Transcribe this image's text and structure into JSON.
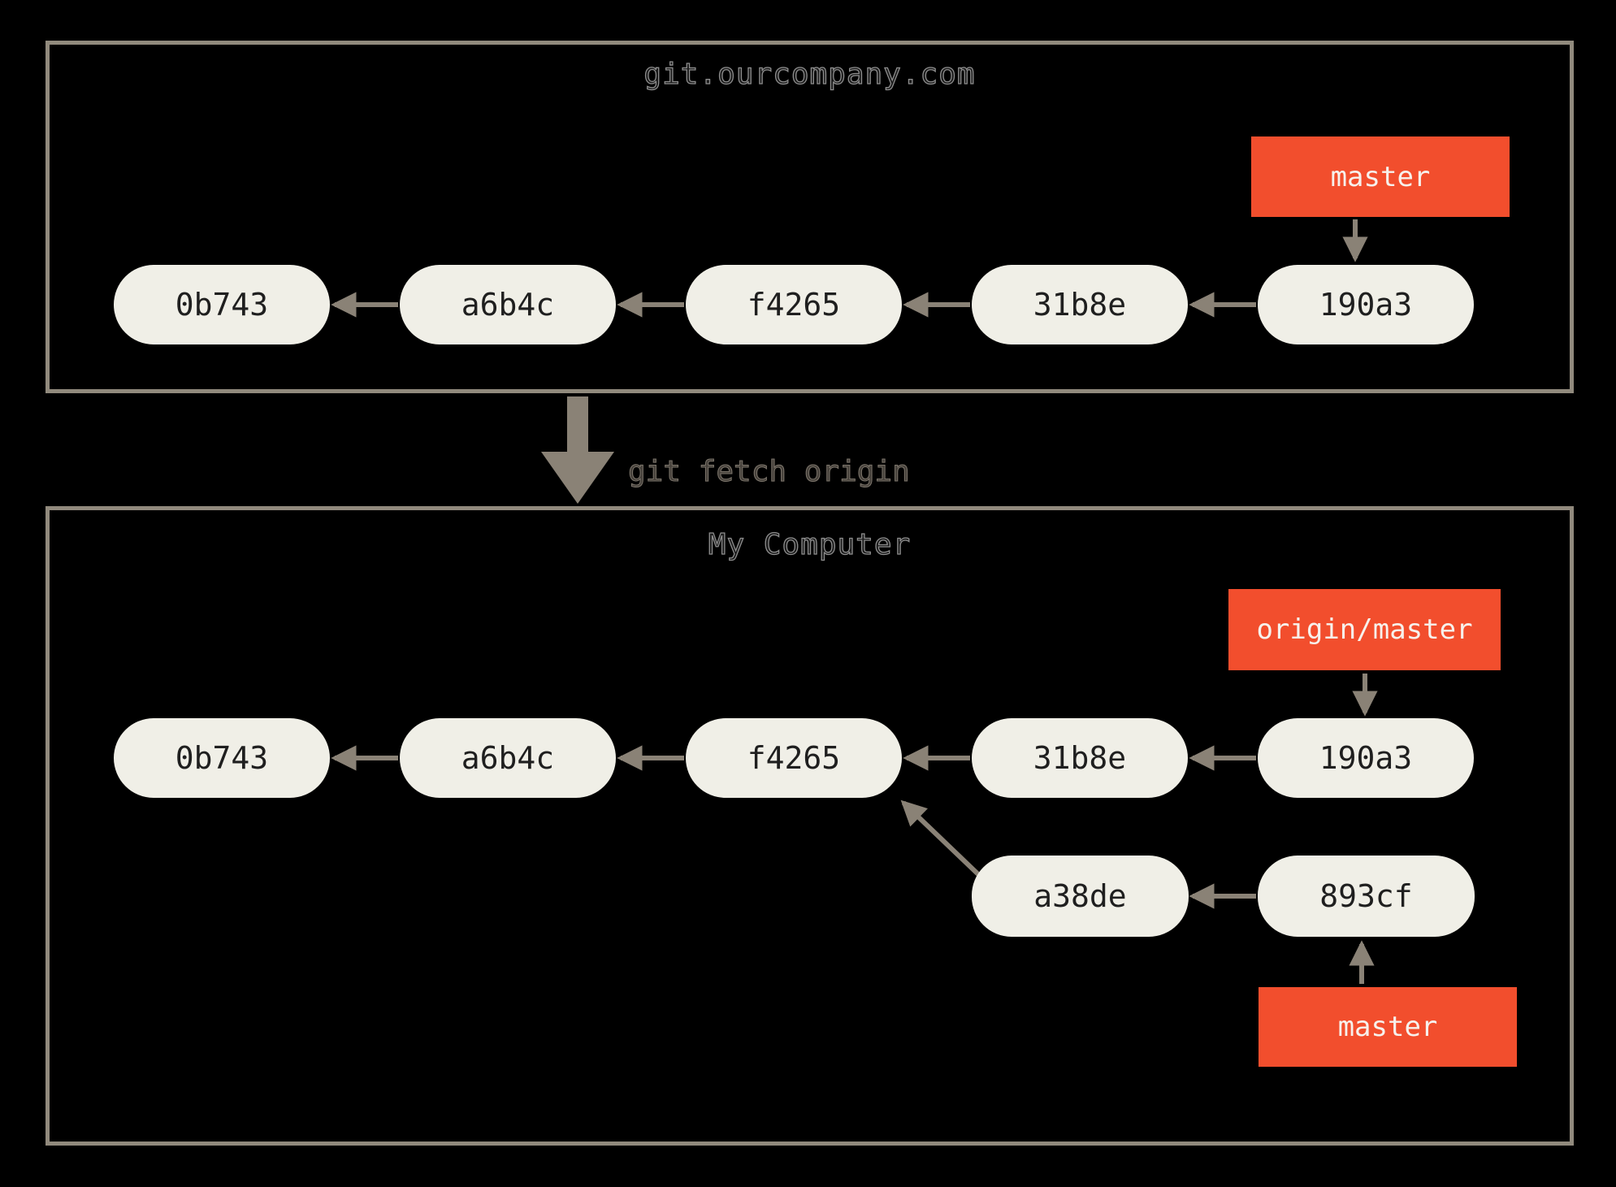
{
  "colors": {
    "background": "#000000",
    "box_border": "#918a7d",
    "node_fill": "#f0efe7",
    "node_text": "#1f1f1f",
    "arrow": "#8a8276",
    "branch_label_fill": "#f24e2d",
    "branch_label_text": "#f7f1ec"
  },
  "server_box": {
    "title": "git.ourcompany.com",
    "commits": [
      "0b743",
      "a6b4c",
      "f4265",
      "31b8e",
      "190a3"
    ],
    "branch_label": "master"
  },
  "fetch": {
    "command": "git fetch origin"
  },
  "local_box": {
    "title": "My Computer",
    "commits": [
      "0b743",
      "a6b4c",
      "f4265",
      "31b8e",
      "190a3"
    ],
    "remote_branch_label": "origin/master",
    "local_commits": [
      "a38de",
      "893cf"
    ],
    "branch_label": "master"
  }
}
